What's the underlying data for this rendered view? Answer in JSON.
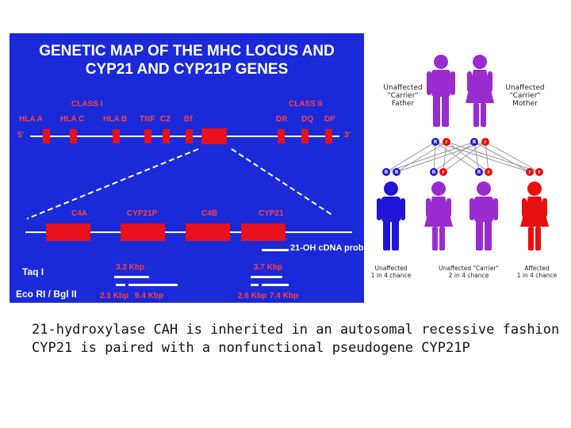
{
  "map": {
    "title_line1": "GENETIC MAP OF THE  MHC LOCUS AND",
    "title_line2": "CYP21  AND  CYP21P GENES",
    "class1": "CLASS I",
    "class2": "CLASS II",
    "end5": "5'",
    "end3": "3'",
    "genes": [
      "HLA A",
      "HLA C",
      "HLA B",
      "TNF",
      "C2",
      "Bf",
      "DR",
      "DQ",
      "DP"
    ],
    "expanded_genes": [
      "C4A",
      "CYP21P",
      "C4B",
      "CYP21"
    ],
    "probe": "21-OH cDNA probe",
    "taq": "Taq I",
    "eco": "Eco RI / Bgl II",
    "frag_32": "3.2 Kbp",
    "frag_37": "3.7 Kbp",
    "frag_21": "2.1 Kbp",
    "frag_94": "9.4 Kbp",
    "frag_26": "2.6 Kbp",
    "frag_74": "7.4 Kbp",
    "colors": {
      "panel": "#1a2ad8",
      "gene": "#e8101a",
      "title": "#ffffff"
    }
  },
  "pedigree": {
    "father_l1": "Unaffected",
    "father_l2": "\"Carrier\"",
    "father_l3": "Father",
    "mother_l1": "Unaffected",
    "mother_l2": "\"Carrier\"",
    "mother_l3": "Mother",
    "allele_normal": "R",
    "allele_affected": "r",
    "child1_l1": "Unaffected",
    "child1_l2": "1 in 4 chance",
    "child23_l1": "Unaffected \"Carrier\"",
    "child23_l2": "2 in 4 chance",
    "child4_l1": "Affected",
    "child4_l2": "1 in 4 chance",
    "colors": {
      "unaffected": "#1f16d8",
      "carrier": "#9a2ccf",
      "affected": "#e51010",
      "line": "#999999"
    }
  },
  "caption": {
    "line1": "21-hydroxylase CAH is inherited in an autosomal recessive fashion",
    "line2": "CYP21 is paired with a nonfunctional pseudogene CYP21P"
  }
}
